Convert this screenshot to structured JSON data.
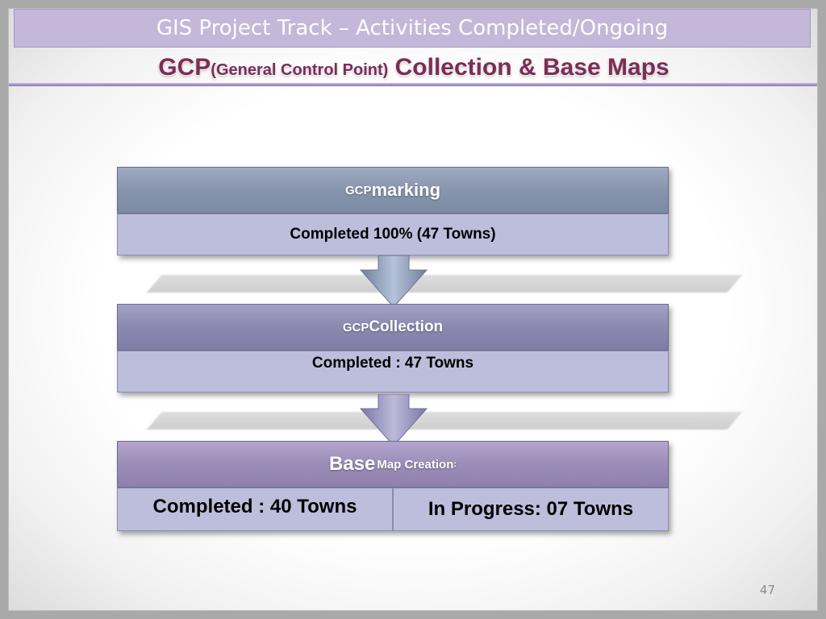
{
  "title": "GIS Project Track – Activities Completed/Ongoing",
  "subtitle": {
    "part1": "GCP",
    "part2": "(General Control Point)",
    "part3": " Collection & Base Maps"
  },
  "steps": [
    {
      "head_small": "GCP ",
      "head_large": "marking",
      "head_suffix": "",
      "body": "Completed 100% (47 Towns)"
    },
    {
      "head_small": "GCP ",
      "head_large": "Collection",
      "head_suffix": "",
      "body": "Completed : 47 Towns"
    },
    {
      "head_large": "Base",
      "head_small": " Map Creation",
      "head_suffix": ":",
      "cells": [
        "Completed : 40 Towns",
        "In Progress: 07 Towns"
      ]
    }
  ],
  "page_number": "47",
  "colors": {
    "title_bar": "#c4b7da",
    "subtitle": "#7b2d55",
    "step1_head": "#8a97b0",
    "step2_head": "#8c8ab2",
    "step3_head": "#9c8cb6",
    "body_fill": "#bcbedb"
  }
}
